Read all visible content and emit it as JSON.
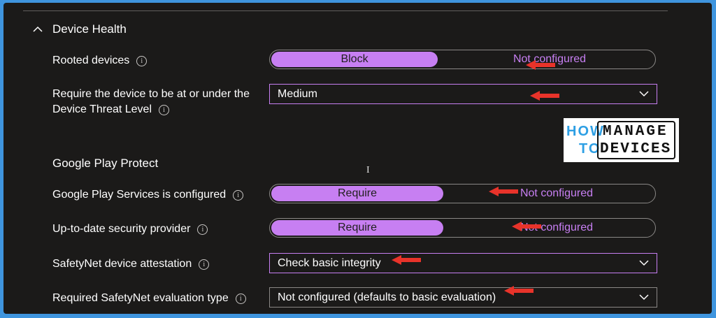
{
  "section": {
    "title": "Device Health"
  },
  "rows": {
    "rooted": {
      "label": "Rooted devices",
      "selected": "Block",
      "other": "Not configured"
    },
    "threat": {
      "label_line1": "Require the device to be at or under the",
      "label_line2": "Device Threat Level",
      "value": "Medium"
    },
    "gpp_heading": "Google Play Protect",
    "gps": {
      "label": "Google Play Services is configured",
      "selected": "Require",
      "other": "Not configured"
    },
    "security_provider": {
      "label": "Up-to-date security provider",
      "selected": "Require",
      "other": "Not configured"
    },
    "attestation": {
      "label": "SafetyNet device attestation",
      "value": "Check basic integrity"
    },
    "eval_type": {
      "label": "Required SafetyNet evaluation type",
      "value": "Not configured (defaults to basic evaluation)"
    }
  },
  "logo": {
    "how": "HOW",
    "to": "TO",
    "manage": "MANAGE",
    "devices": "DEVICES"
  },
  "icons": {
    "info": "info-icon",
    "chevron_up": "chevron-up-icon",
    "chevron_down": "chevron-down-icon",
    "annotation_arrow": "red-arrow-icon"
  },
  "colors": {
    "accent": "#c77ff2",
    "background": "#1b1a19",
    "frame": "#3f95de",
    "annotation": "#e8332a"
  }
}
